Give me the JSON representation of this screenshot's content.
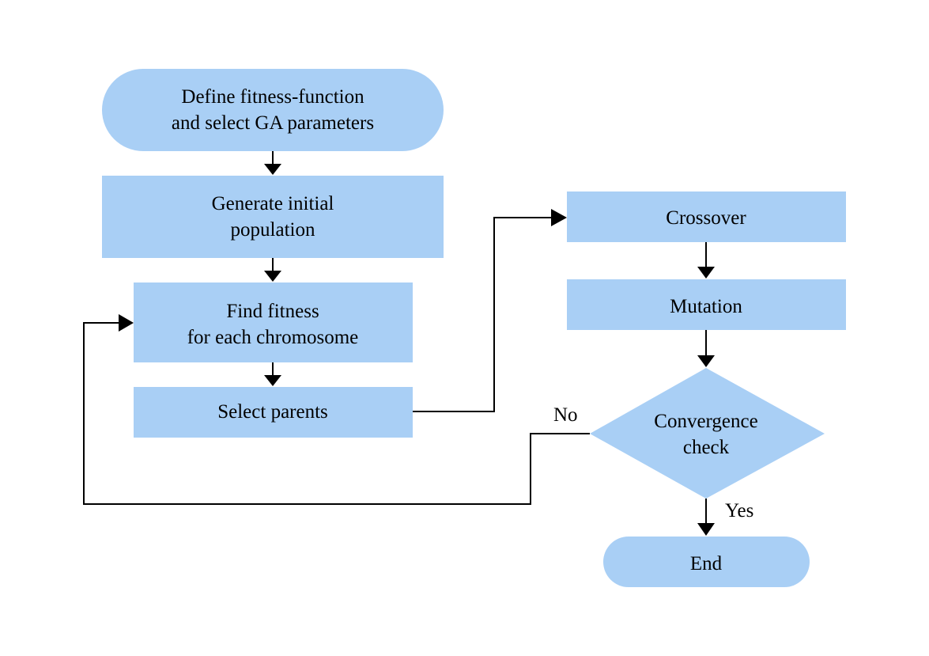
{
  "colors": {
    "node_fill": "#a9cff5",
    "line": "#000000",
    "background": "#ffffff"
  },
  "nodes": {
    "define": {
      "line1": "Define fitness-function",
      "line2": "and select GA parameters"
    },
    "generate": {
      "line1": "Generate initial",
      "line2": "population"
    },
    "fitness": {
      "line1": "Find fitness",
      "line2": "for each chromosome"
    },
    "select": {
      "label": "Select parents"
    },
    "crossover": {
      "label": "Crossover"
    },
    "mutation": {
      "label": "Mutation"
    },
    "convergence": {
      "line1": "Convergence",
      "line2": "check"
    },
    "end": {
      "label": "End"
    }
  },
  "edges": {
    "no_label": "No",
    "yes_label": "Yes"
  }
}
